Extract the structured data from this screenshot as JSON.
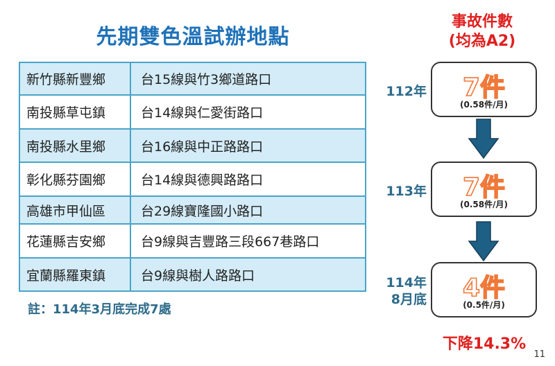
{
  "title": "先期雙色溫試辦地點",
  "sites": [
    {
      "county": "新竹縣新豐鄉",
      "intersection": "台15線與竹3鄉道路口"
    },
    {
      "county": "南投縣草屯鎮",
      "intersection": "台14線與仁愛街路口"
    },
    {
      "county": "南投縣水里鄉",
      "intersection": "台16線與中正路路口"
    },
    {
      "county": "彰化縣芬園鄉",
      "intersection": "台14線與德興路路口"
    },
    {
      "county": "高雄市甲仙區",
      "intersection": "台29線寶隆國小路口"
    },
    {
      "county": "花蓮縣吉安鄉",
      "intersection": "台9線與吉豐路三段667巷路口"
    },
    {
      "county": "宜蘭縣羅東鎮",
      "intersection": "台9線與樹人路路口"
    }
  ],
  "note": "註：114年3月底完成7處",
  "accidents": {
    "title_line1": "事故件數",
    "title_line2": "(均為A2)",
    "periods": [
      {
        "year_line1": "112年",
        "year_line2": "",
        "count": "7件",
        "rate": "(0.58件/月)"
      },
      {
        "year_line1": "113年",
        "year_line2": "",
        "count": "7件",
        "rate": "(0.58件/月)"
      },
      {
        "year_line1": "114年",
        "year_line2": "8月底",
        "count": "4件",
        "rate": "(0.5件/月)"
      }
    ],
    "decrease": "下降14.3%"
  },
  "page_number": "11",
  "colors": {
    "title_blue": "#1f72b8",
    "table_border": "#4aa3c8",
    "row_shade": "#d3ecf7",
    "label_teal": "#2d6b8a",
    "alert_red": "#e02020",
    "count_orange": "#f07838",
    "arrow_blue": "#1e5f85"
  }
}
